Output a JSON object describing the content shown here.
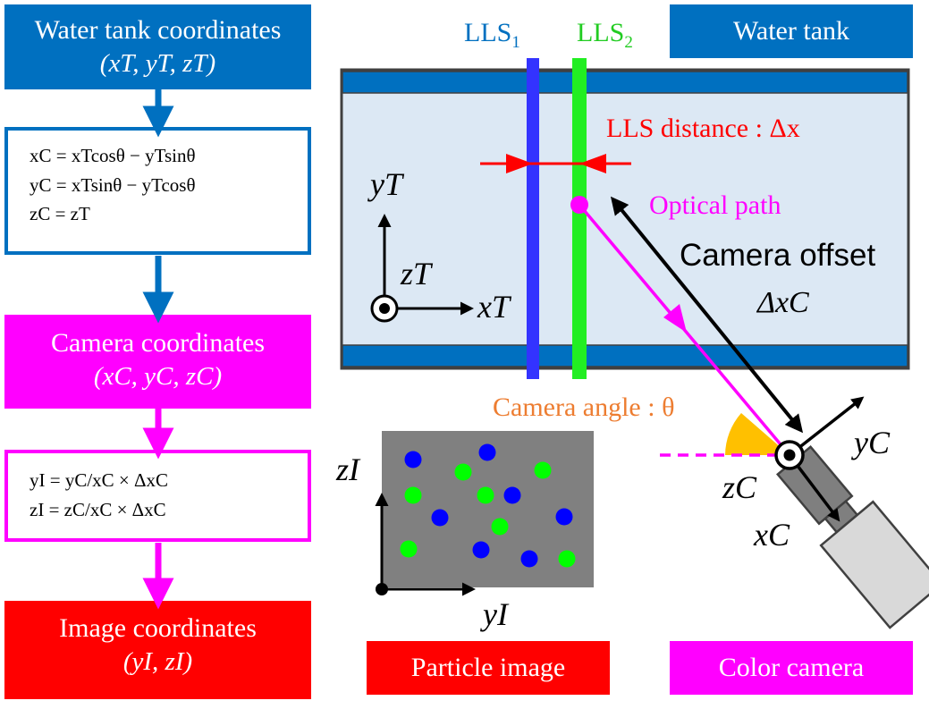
{
  "flow": {
    "water_tank_coords": {
      "title": "Water tank coordinates",
      "vars": "(xT, yT, zT)"
    },
    "eq_tank_to_camera": [
      "xC = xTcosθ − yTsinθ",
      "yC = xTsinθ − yTcosθ",
      "zC = zT"
    ],
    "camera_coords": {
      "title": "Camera coordinates",
      "vars": "(xC, yC, zC)"
    },
    "eq_camera_to_image": [
      "yI = yC/xC × ΔxC",
      "zI = zC/xC × ΔxC"
    ],
    "image_coords": {
      "title": "Image coordinates",
      "vars": "(yI, zI)"
    }
  },
  "tank": {
    "label": "Water tank",
    "lls1": "LLS",
    "lls1_sub": "1",
    "lls2": "LLS",
    "lls2_sub": "2",
    "lls_distance": "LLS distance : Δx",
    "optical_path": "Optical path",
    "camera_offset": "Camera offset",
    "camera_offset_sym": "ΔxC",
    "axes": {
      "x": "xT",
      "y": "yT",
      "z": "zT"
    }
  },
  "camera": {
    "angle_label": "Camera angle : θ",
    "axes": {
      "x": "xC",
      "y": "yC",
      "z": "zC"
    },
    "label": "Color camera"
  },
  "particle_image": {
    "label": "Particle image",
    "axes": {
      "y": "yI",
      "z": "zI"
    }
  },
  "colors": {
    "blue": "#0070c0",
    "magenta": "#ff00ff",
    "red": "#ff0000",
    "tank_fill": "#dce8f4",
    "lls1": "#3333ff",
    "lls2": "#22ee22",
    "camera_angle": "#ed7d31",
    "particle_bg": "#808080"
  }
}
